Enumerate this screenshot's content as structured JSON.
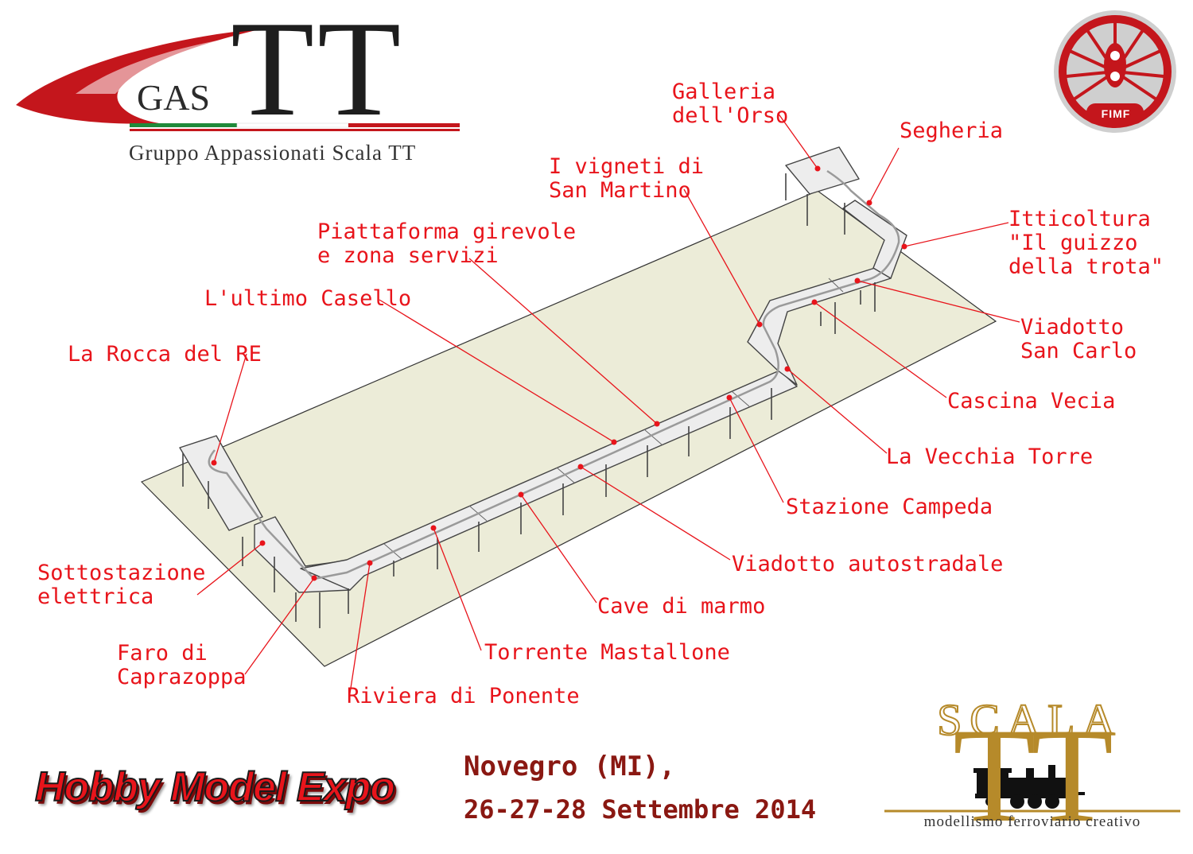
{
  "header": {
    "gas_word": "GAS",
    "tt": "TT",
    "subtitle": "Gruppo Appassionati Scala TT",
    "fimf": "FIMF"
  },
  "labels": [
    {
      "id": "galleria-dell-orso",
      "text": "Galleria\ndell'Orso"
    },
    {
      "id": "segheria",
      "text": "Segheria"
    },
    {
      "id": "i-vigneti-di-san-martino",
      "text": "I vigneti di\nSan Martino"
    },
    {
      "id": "itticoltura",
      "text": "Itticoltura\n\"Il guizzo\ndella trota\""
    },
    {
      "id": "piattaforma-girevole",
      "text": "Piattaforma girevole\ne zona servizi"
    },
    {
      "id": "l-ultimo-casello",
      "text": "L'ultimo Casello"
    },
    {
      "id": "viadotto-san-carlo",
      "text": "Viadotto\nSan Carlo"
    },
    {
      "id": "la-rocca-del-re",
      "text": "La Rocca del RE"
    },
    {
      "id": "cascina-vecia",
      "text": "Cascina Vecia"
    },
    {
      "id": "la-vecchia-torre",
      "text": "La Vecchia Torre"
    },
    {
      "id": "stazione-campeda",
      "text": "Stazione Campeda"
    },
    {
      "id": "viadotto-autostradale",
      "text": "Viadotto autostradale"
    },
    {
      "id": "sottostazione-elettrica",
      "text": "Sottostazione\nelettrica"
    },
    {
      "id": "cave-di-marmo",
      "text": "Cave di marmo"
    },
    {
      "id": "faro-di-caprazoppa",
      "text": "Faro di\nCaprazoppa"
    },
    {
      "id": "torrente-mastallone",
      "text": "Torrente Mastallone"
    },
    {
      "id": "riviera-di-ponente",
      "text": "Riviera di Ponente"
    }
  ],
  "footer": {
    "expo": "Hobby Model Expo",
    "place": "Novegro (MI),",
    "date": "26-27-28  Settembre 2014",
    "scala_word": "SCALA",
    "scala_tt": "TT",
    "scala_sub": "modellismo ferroviario creativo"
  },
  "colors": {
    "label": "#e8141b",
    "leader": "#e8141b",
    "board": "#ececd8",
    "module": "#ededed",
    "event_text": "#8a1812",
    "scala_gold": "#b68a2a",
    "logo_red": "#c4161c"
  }
}
